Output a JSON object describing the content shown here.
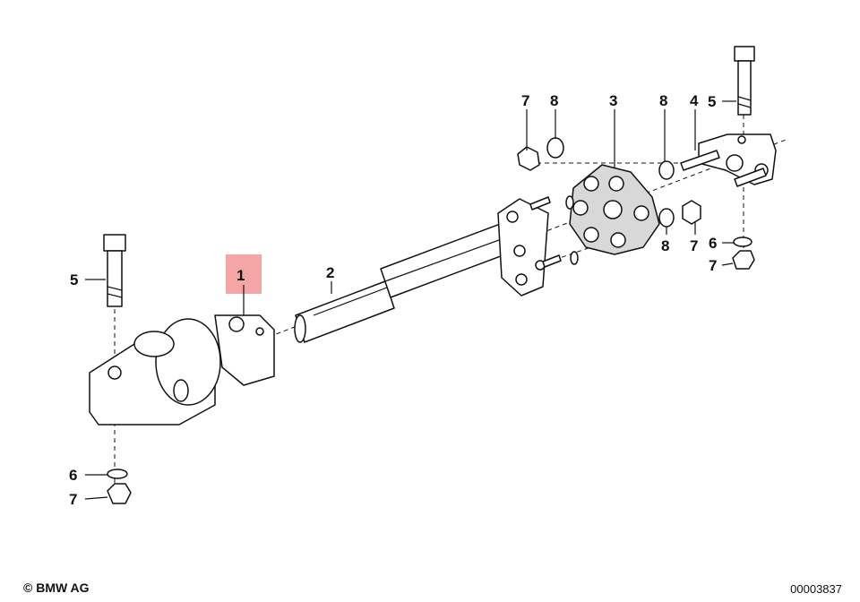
{
  "diagram": {
    "callouts": [
      {
        "id": "c1",
        "text": "1"
      },
      {
        "id": "c2",
        "text": "2"
      },
      {
        "id": "c3",
        "text": "3"
      },
      {
        "id": "c4",
        "text": "4"
      },
      {
        "id": "c5a",
        "text": "5"
      },
      {
        "id": "c5b",
        "text": "5"
      },
      {
        "id": "c6a",
        "text": "6"
      },
      {
        "id": "c6b",
        "text": "6"
      },
      {
        "id": "c7a",
        "text": "7"
      },
      {
        "id": "c7b",
        "text": "7"
      },
      {
        "id": "c7c",
        "text": "7"
      },
      {
        "id": "c7d",
        "text": "7"
      },
      {
        "id": "c8a",
        "text": "8"
      },
      {
        "id": "c8b",
        "text": "8"
      },
      {
        "id": "c8c",
        "text": "8"
      }
    ],
    "highlight_color": "#f4a6a6"
  },
  "footer": {
    "copyright": "© BMW AG",
    "diagram_id": "00003837"
  }
}
